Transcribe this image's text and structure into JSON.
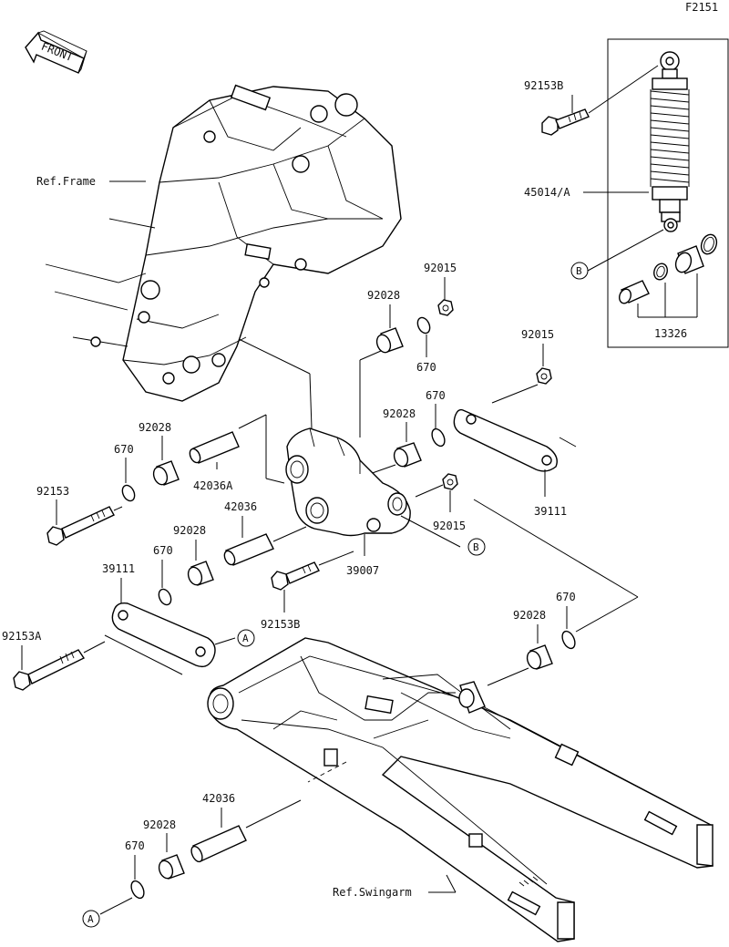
{
  "figure_code": "F2151",
  "front_arrow": "FRONT",
  "refs": {
    "frame": "Ref.Frame",
    "swingarm": "Ref.Swingarm"
  },
  "parts": {
    "p92153B_top": "92153B",
    "p45014A": "45014/A",
    "p13326": "13326",
    "circle_B_top": "B",
    "p92015_a": "92015",
    "p92028_a": "92028",
    "p670_a": "670",
    "p92015_b": "92015",
    "p670_b": "670",
    "p92028_b": "92028",
    "p92028_c": "92028",
    "p670_c": "670",
    "p42036A": "42036A",
    "p92153": "92153",
    "p42036_a": "42036",
    "p92028_d": "92028",
    "p670_d": "670",
    "p39111_right": "39111",
    "p92015_c": "92015",
    "circle_B_mid": "B",
    "p39007": "39007",
    "p92153B_mid": "92153B",
    "p39111_left": "39111",
    "p92153A": "92153A",
    "circle_A_mid": "A",
    "p670_e": "670",
    "p92028_e": "92028",
    "p42036_b": "42036",
    "p92028_f": "92028",
    "p670_f": "670",
    "circle_A_bot": "A"
  }
}
